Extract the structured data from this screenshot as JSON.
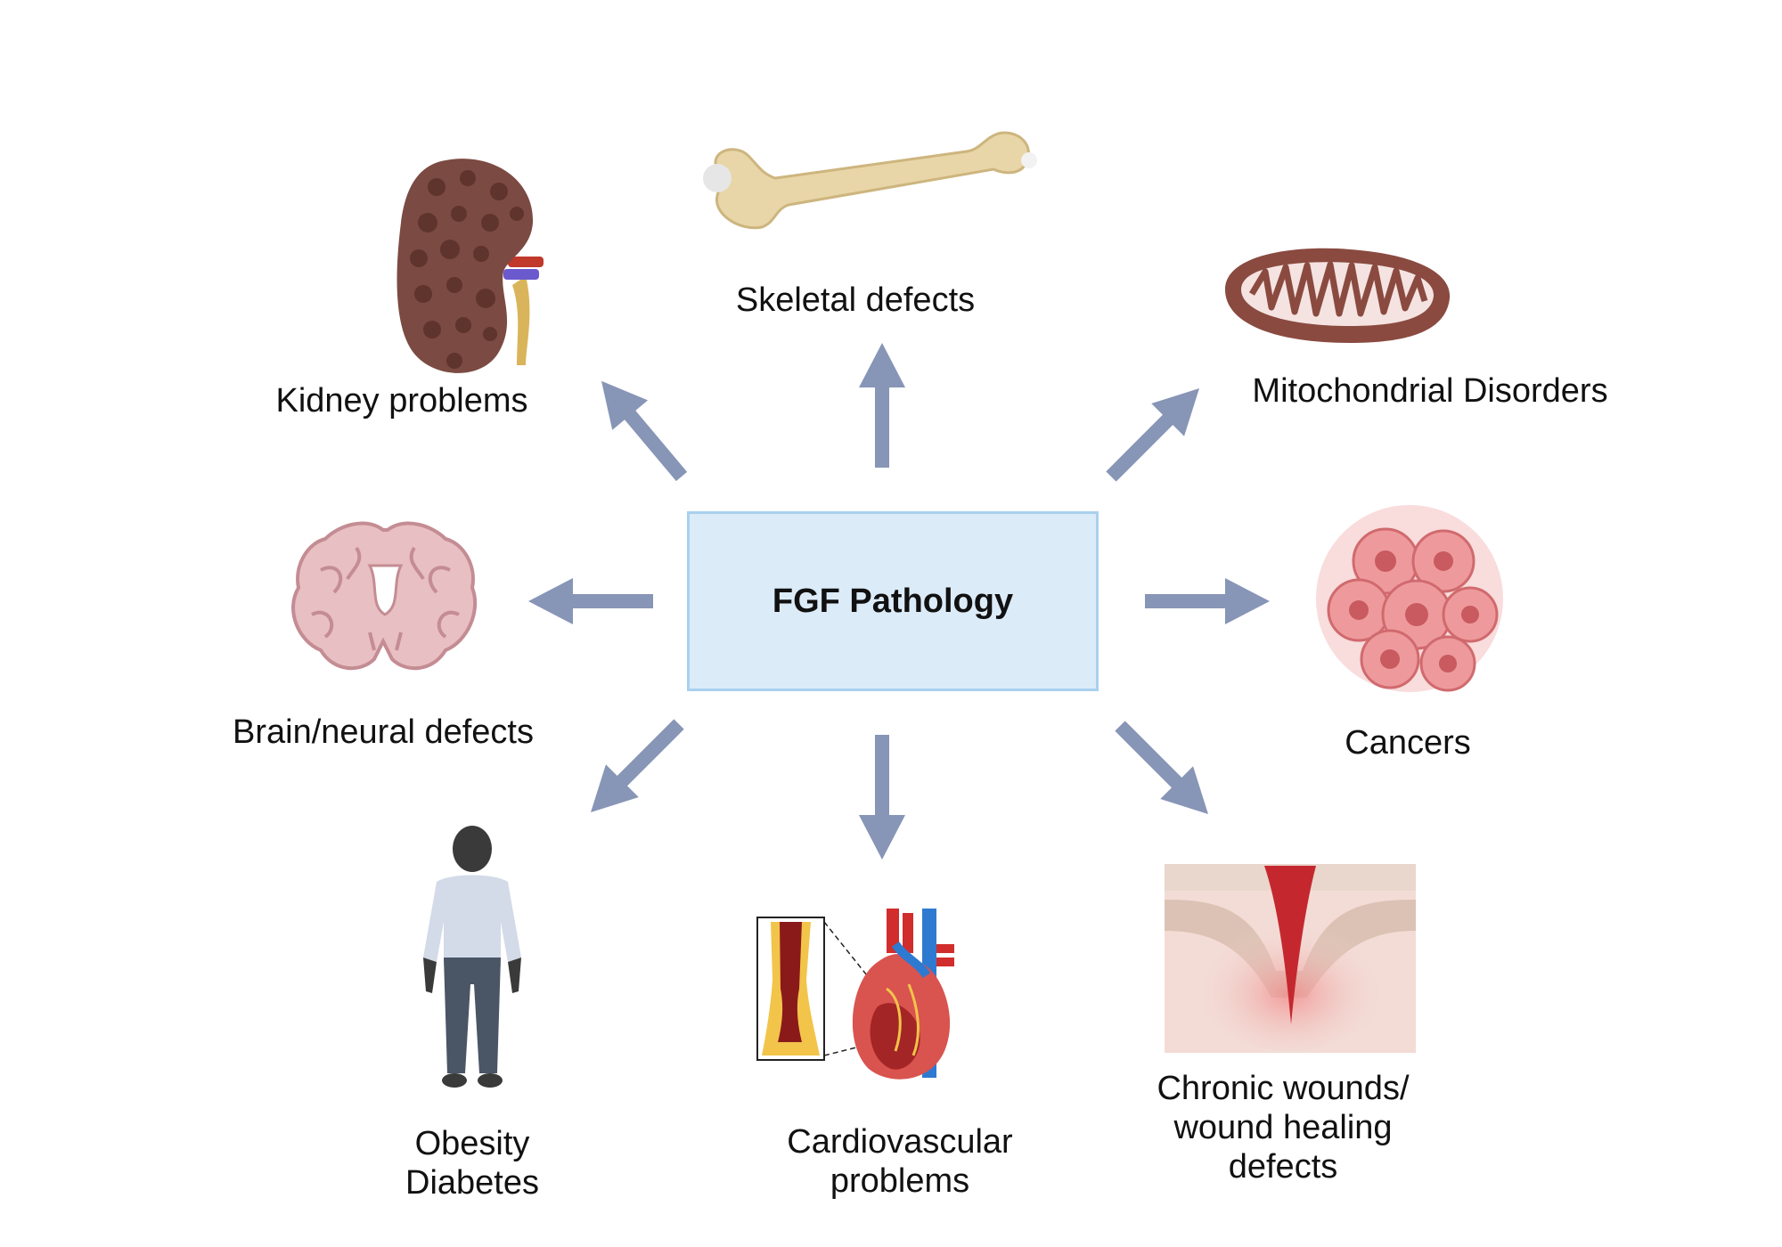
{
  "center": {
    "title": "FGF Pathology"
  },
  "nodes": {
    "kidney": {
      "label": "Kidney problems",
      "icon": "kidney-icon"
    },
    "skeletal": {
      "label": "Skeletal defects",
      "icon": "bone-icon"
    },
    "mito": {
      "label": "Mitochondrial Disorders",
      "icon": "mitochondrion-icon"
    },
    "brain": {
      "label": "Brain/neural defects",
      "icon": "brain-icon"
    },
    "cancer": {
      "label": "Cancers",
      "icon": "tumor-cells-icon"
    },
    "obesity": {
      "line1": "Obesity",
      "line2": "Diabetes",
      "icon": "person-icon"
    },
    "cardio": {
      "line1": "Cardiovascular",
      "line2": "problems",
      "icon": "heart-icon"
    },
    "wound": {
      "line1": "Chronic wounds/",
      "line2": "wound healing",
      "line3": "defects",
      "icon": "skin-wound-icon"
    }
  },
  "colors": {
    "arrow": "#8795b6",
    "box_fill": "#dcebf8",
    "box_border": "#a9d0ee",
    "text": "#111111"
  }
}
